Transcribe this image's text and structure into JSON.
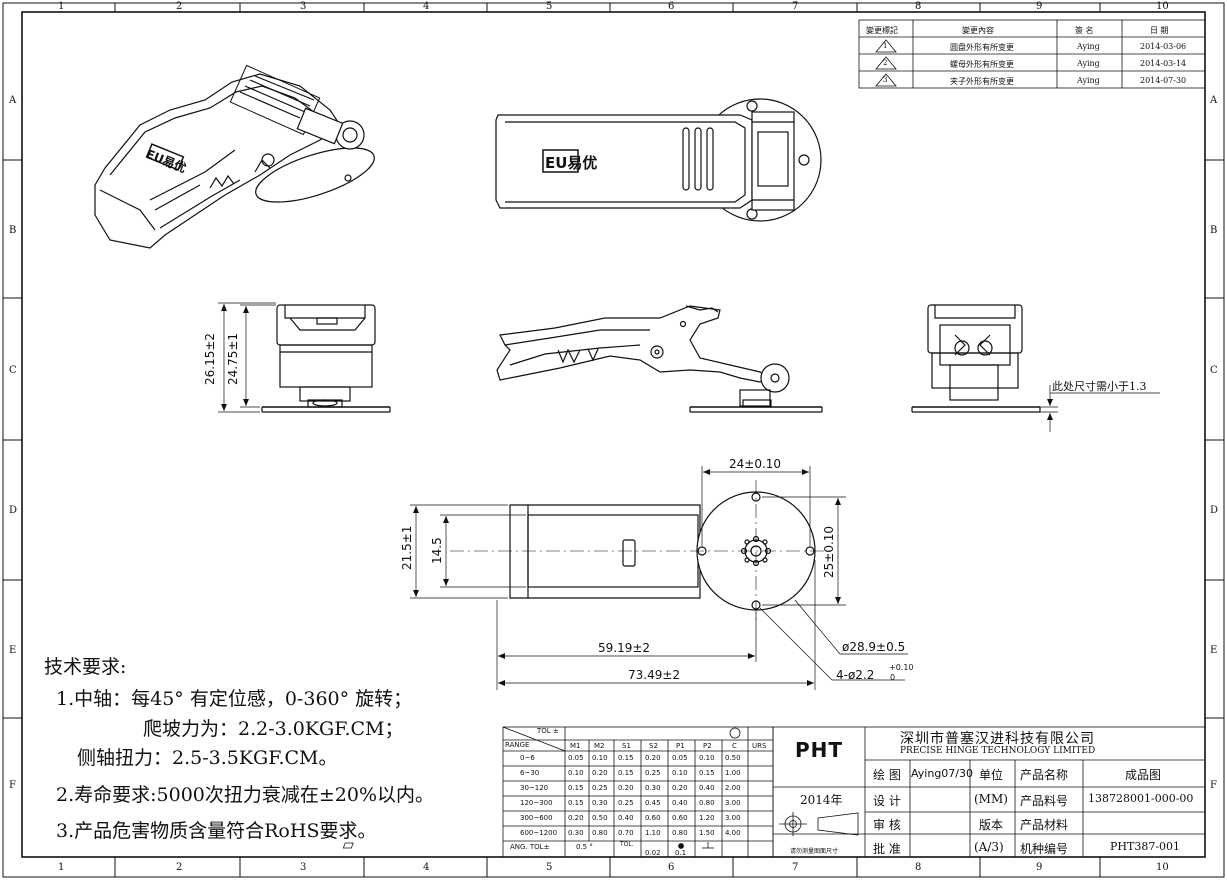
{
  "zones": {
    "columns": [
      "1",
      "2",
      "3",
      "4",
      "5",
      "6",
      "7",
      "8",
      "9",
      "10"
    ],
    "rows": [
      "A",
      "B",
      "C",
      "D",
      "E",
      "F"
    ]
  },
  "revision_table": {
    "headers": [
      "變更標記",
      "變更內容",
      "簽 名",
      "日 期"
    ],
    "rows": [
      {
        "mark": "1",
        "content": "圆盘外形有所变更",
        "signer": "Aying",
        "date": "2014-03-06"
      },
      {
        "mark": "2",
        "content": "螺母外形有所变更",
        "signer": "Aying",
        "date": "2014-03-14"
      },
      {
        "mark": "3",
        "content": "夹子外形有所变更",
        "signer": "Aying",
        "date": "2014-07-30"
      }
    ]
  },
  "logo_text": "EU易优",
  "dimensions": {
    "height_total": "26.15±2",
    "height_body": "24.75±1",
    "width_disc_top": "24±0.10",
    "width_body": "21.5±1",
    "width_inner": "14.5",
    "disc_height": "25±0.10",
    "disc_dia": "ø28.9±0.5",
    "hole_dia": "4-ø2.2",
    "hole_tol_upper": "+0.10",
    "hole_tol_lower": "0",
    "len_to_center": "59.19±2",
    "len_total": "73.49±2",
    "side_note": "此处尺寸需小于1.3"
  },
  "tech_requirements": {
    "title": "技术要求:",
    "items": [
      "1.中轴：每45° 有定位感，0-360° 旋转；",
      "爬坡力为：2.2-3.0KGF.CM；",
      "侧轴扭力：2.5-3.5KGF.CM。",
      "2.寿命要求:5000次扭力衰减在±20%以内。",
      "3.产品危害物质含量符合RoHS要求。"
    ]
  },
  "tolerance_table": {
    "corner_top": "TOL ±",
    "corner_bottom": "RANGE",
    "headers": [
      "M1",
      "M2",
      "S1",
      "S2",
      "P1",
      "P2",
      "C",
      "URS"
    ],
    "rows": [
      {
        "range": "0~6",
        "values": [
          "0.05",
          "0.10",
          "0.15",
          "0.20",
          "0.05",
          "0.10",
          "0.50",
          ""
        ]
      },
      {
        "range": "6~30",
        "values": [
          "0.10",
          "0.20",
          "0.15",
          "0.25",
          "0.10",
          "0.15",
          "1.00",
          ""
        ]
      },
      {
        "range": "30~120",
        "values": [
          "0.15",
          "0.25",
          "0.20",
          "0.30",
          "0.20",
          "0.40",
          "2.00",
          ""
        ]
      },
      {
        "range": "120~300",
        "values": [
          "0.15",
          "0.30",
          "0.25",
          "0.45",
          "0.40",
          "0.80",
          "3.00",
          ""
        ]
      },
      {
        "range": "300~600",
        "values": [
          "0.20",
          "0.50",
          "0.40",
          "0.60",
          "0.60",
          "1.20",
          "3.00",
          ""
        ]
      },
      {
        "range": "600~1200",
        "values": [
          "0.30",
          "0.80",
          "0.70",
          "1.10",
          "0.80",
          "1.50",
          "4.00",
          ""
        ]
      }
    ],
    "angle_label": "ANG.  TOL±",
    "angle_value": "0.5 °",
    "tol_label": "TOL.",
    "flat_tol": "0.02",
    "pos_tol": "0.1"
  },
  "title_block": {
    "logo": "PHT",
    "year": "2014年",
    "measure_note": "请勿测量图面尺寸",
    "company_cn": "深圳市普塞汉进科技有限公司",
    "company_en": "PRECISE HINGE TECHNOLOGY LIMITED",
    "draw_label": "绘 图",
    "draw_value": "Aying07/30",
    "design_label": "设 计",
    "check_label": "审 核",
    "approve_label": "批 准",
    "unit_label": "单位",
    "unit_value": "(MM)",
    "version_label": "版本",
    "version_value": "(A/3)",
    "product_name_label": "产品名称",
    "product_name_value": "成品图",
    "part_no_label": "产品料号",
    "part_no_value": "138728001-000-00",
    "material_label": "产品材料",
    "material_value": "",
    "model_label": "机种编号",
    "model_value": "PHT387-001"
  }
}
